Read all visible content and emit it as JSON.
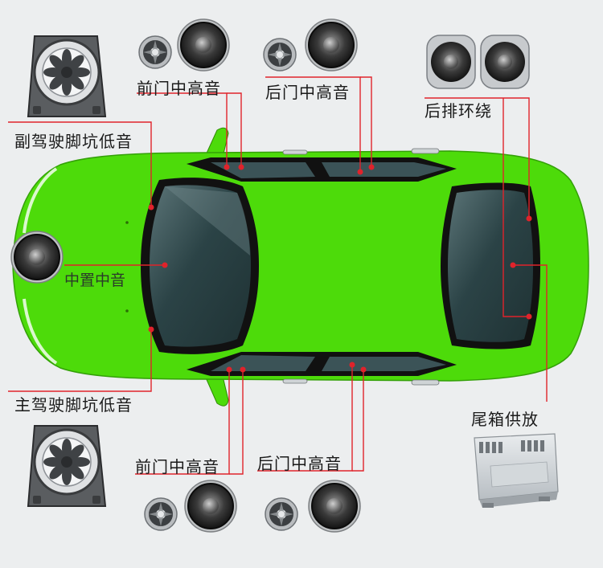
{
  "labels": {
    "front_door_top": "前门中高音",
    "rear_door_top": "后门中高音",
    "rear_surround": "后排环绕",
    "passenger_sub": "副驾驶脚坑低音",
    "center": "中置中音",
    "driver_sub": "主驾驶脚坑低音",
    "amplifier": "尾箱供放",
    "front_door_bottom": "前门中高音",
    "rear_door_bottom": "后门中高音"
  },
  "icons": {
    "car": "car-top-view-icon",
    "subwoofer": "subwoofer-speaker-icon",
    "tweeter": "tweeter-icon",
    "midrange": "midrange-speaker-icon",
    "amplifier": "amplifier-icon"
  },
  "colors": {
    "car_body": "#4ddb0a",
    "leader_line": "#e0232b",
    "glass": "#2d4a4e",
    "background": "#eceeef"
  }
}
